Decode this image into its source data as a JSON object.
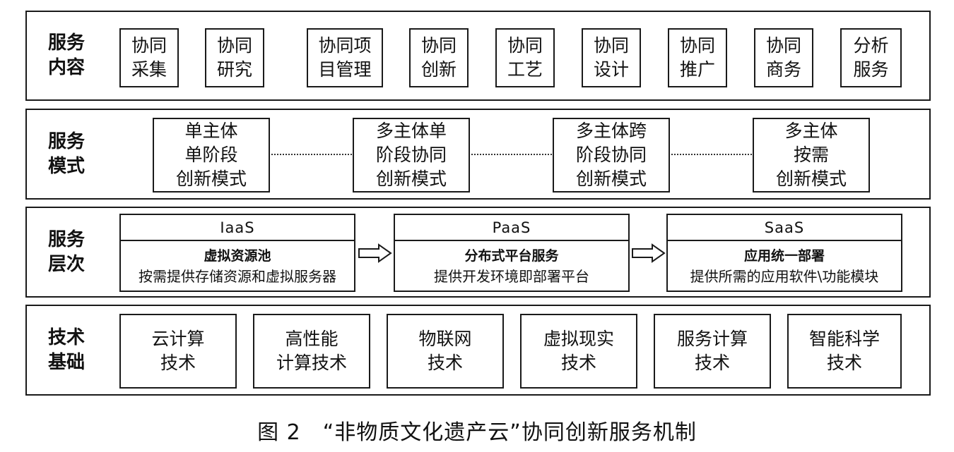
{
  "layers": {
    "content": {
      "label": [
        "服务",
        "内容"
      ],
      "items": [
        [
          "协同",
          "采集"
        ],
        [
          "协同",
          "研究"
        ],
        [
          "协同项",
          "目管理"
        ],
        [
          "协同",
          "创新"
        ],
        [
          "协同",
          "工艺"
        ],
        [
          "协同",
          "设计"
        ],
        [
          "协同",
          "推广"
        ],
        [
          "协同",
          "商务"
        ],
        [
          "分析",
          "服务"
        ]
      ]
    },
    "mode": {
      "label": [
        "服务",
        "模式"
      ],
      "items": [
        [
          "单主体",
          "单阶段",
          "创新模式"
        ],
        [
          "多主体单",
          "阶段协同",
          "创新模式"
        ],
        [
          "多主体跨",
          "阶段协同",
          "创新模式"
        ],
        [
          "多主体",
          "按需",
          "创新模式"
        ]
      ]
    },
    "level": {
      "label": [
        "服务",
        "层次"
      ],
      "items": [
        {
          "head": "IaaS",
          "title": "虚拟资源池",
          "desc": "按需提供存储资源和虚拟服务器"
        },
        {
          "head": "PaaS",
          "title": "分布式平台服务",
          "desc": "提供开发环境即部署平台"
        },
        {
          "head": "SaaS",
          "title": "应用统一部署",
          "desc": "提供所需的应用软件\\功能模块"
        }
      ]
    },
    "tech": {
      "label": [
        "技术",
        "基础"
      ],
      "items": [
        [
          "云计算",
          "技术"
        ],
        [
          "高性能",
          "计算技术"
        ],
        [
          "物联网",
          "技术"
        ],
        [
          "虚拟现实",
          "技术"
        ],
        [
          "服务计算",
          "技术"
        ],
        [
          "智能科学",
          "技术"
        ]
      ]
    }
  },
  "caption": "图 2　“非物质文化遗产云”协同创新服务机制"
}
